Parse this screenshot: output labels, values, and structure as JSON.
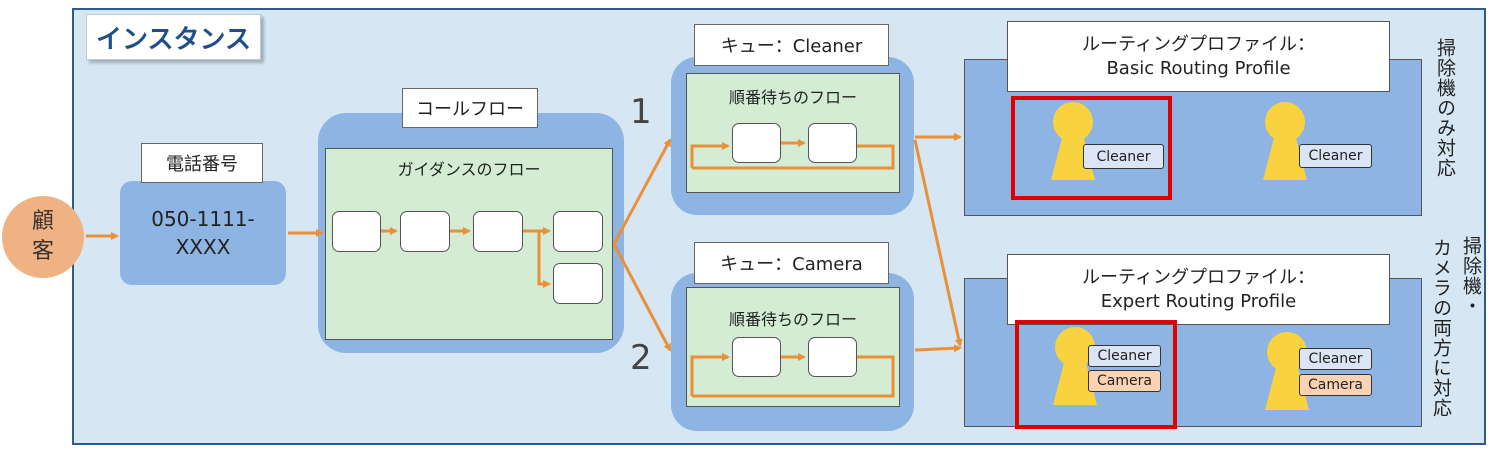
{
  "instance_label": "インスタンス",
  "customer": {
    "line1": "顧",
    "line2": "客"
  },
  "phone": {
    "label": "電話番号",
    "line1": "050-1111-",
    "line2": "XXXX"
  },
  "call_flow": {
    "label": "コールフロー",
    "guidance_title": "ガイダンスのフロー"
  },
  "queues": [
    {
      "label": "キュー：Cleaner",
      "flow_title": "順番待ちのフロー",
      "branch_number": "1"
    },
    {
      "label": "キュー：Camera",
      "flow_title": "順番待ちのフロー",
      "branch_number": "2"
    }
  ],
  "profiles": [
    {
      "label_line1": "ルーティングプロファイル：",
      "label_line2": "Basic Routing Profile",
      "agents": [
        {
          "tags": [
            "Cleaner"
          ]
        },
        {
          "tags": [
            "Cleaner"
          ]
        }
      ],
      "side_note": "掃除機のみ対応"
    },
    {
      "label_line1": "ルーティングプロファイル：",
      "label_line2": "Expert Routing Profile",
      "agents": [
        {
          "tags": [
            "Cleaner",
            "Camera"
          ]
        },
        {
          "tags": [
            "Cleaner",
            "Camera"
          ]
        }
      ],
      "side_note_col1": "掃除機・",
      "side_note_col2": "カメラの両方に対応"
    }
  ],
  "colors": {
    "arrow": "#e8913a",
    "highlight": "#e00000",
    "agent": "#f9d33f",
    "instance_bg": "#d6e6f2",
    "box_blue": "#8db4e2",
    "flow_green": "#d3ecd3"
  }
}
